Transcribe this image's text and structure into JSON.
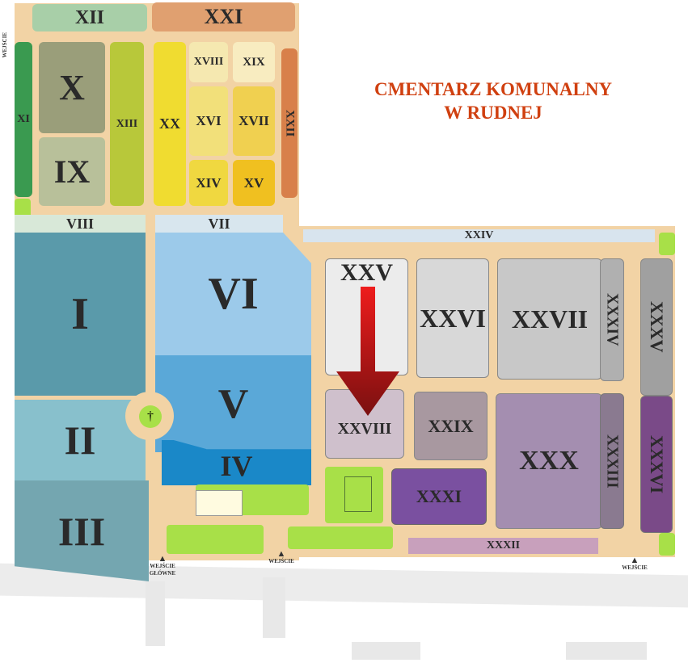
{
  "title": {
    "line1": "CMENTARZ KOMUNALNY",
    "line2": "W RUDNEJ"
  },
  "sections": {
    "I": "I",
    "II": "II",
    "III": "III",
    "IV": "IV",
    "V": "V",
    "VI": "VI",
    "VII": "VII",
    "VIII": "VIII",
    "IX": "IX",
    "X": "X",
    "XI": "XI",
    "XII": "XII",
    "XIII": "XIII",
    "XIV": "XIV",
    "XV": "XV",
    "XVI": "XVI",
    "XVII": "XVII",
    "XVIII": "XVIII",
    "XIX": "XIX",
    "XX": "XX",
    "XXI": "XXI",
    "XXII": "XXII",
    "XXIV": "XXIV",
    "XXV": "XXV",
    "XXVI": "XXVI",
    "XXVII": "XXVII",
    "XXVIII": "XXVIII",
    "XXIX": "XXIX",
    "XXX": "XXX",
    "XXXI": "XXXI",
    "XXXII": "XXXII",
    "XXXIII": "XXXIII",
    "XXXIV": "XXXIV",
    "XXXV": "XXXV",
    "XXXVI": "XXXVI"
  },
  "entrances": {
    "main": "WEJŚCIE GŁÓWNE",
    "middle": "WEJŚCIE",
    "right": "WEJŚCIE",
    "left": "WEJŚCIE"
  },
  "chapel_symbol": "†",
  "marker": {
    "highlighted_section": "XXVIII",
    "color": "#cc1a1a"
  }
}
